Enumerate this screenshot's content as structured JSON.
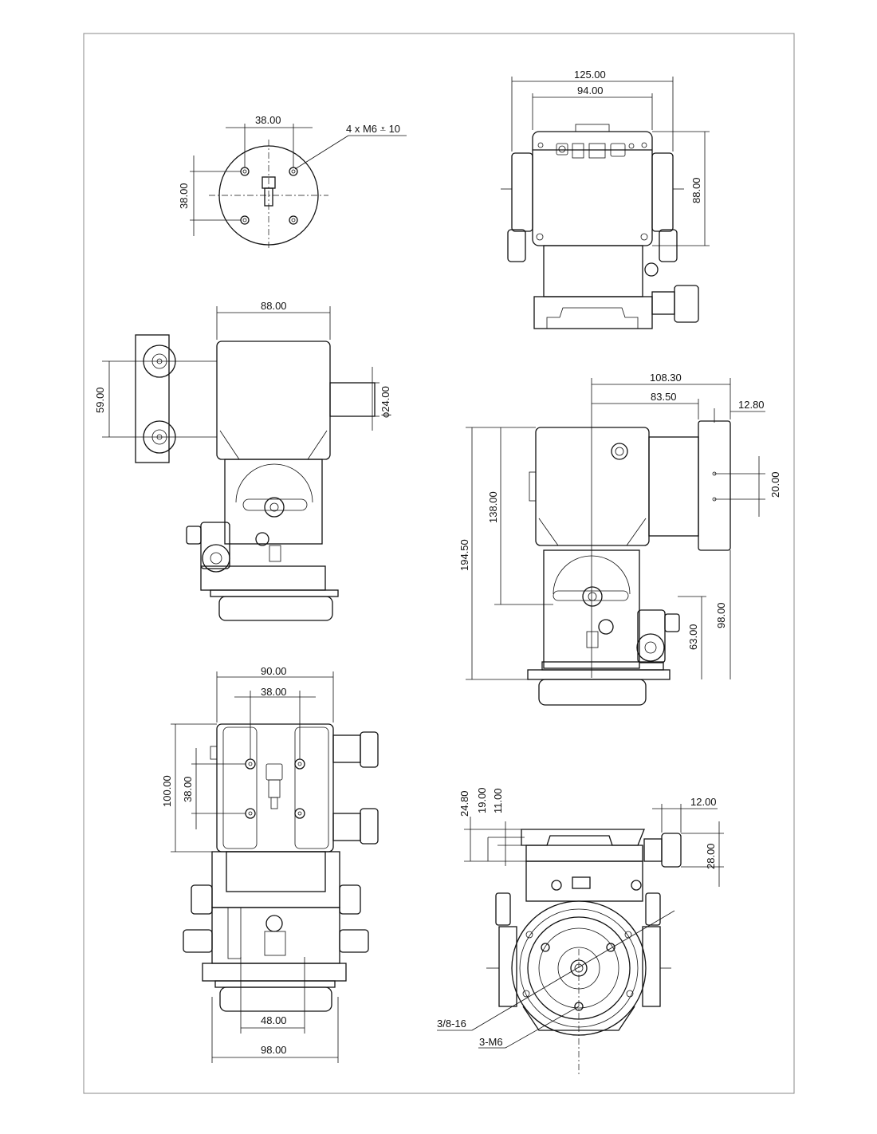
{
  "drawing": {
    "top_view": {
      "dim_hole_spacing_x": "38.00",
      "dim_hole_spacing_y": "38.00",
      "thread_note": "4 x M6 ⩡ 10"
    },
    "back_view": {
      "dim_overall_width": "125.00",
      "dim_body_width": "94.00",
      "dim_body_height": "88.00"
    },
    "side_view_left": {
      "dim_body_width": "88.00",
      "dim_knob_spacing": "59.00",
      "dim_shaft_diameter": "ϕ24.00"
    },
    "side_view_right": {
      "dim_total_reach": "108.30",
      "dim_reach": "83.50",
      "dim_offset": "12.80",
      "dim_hole_spacing": "20.00",
      "dim_total_height": "194.50",
      "dim_height_upper": "138.00",
      "dim_height_mid": "98.00",
      "dim_height_lower": "63.00"
    },
    "front_view": {
      "dim_width": "90.00",
      "dim_hole_spacing_x": "38.00",
      "dim_height": "100.00",
      "dim_hole_spacing_y": "38.00",
      "dim_bottom_inner": "48.00",
      "dim_bottom_outer": "98.00"
    },
    "bottom_view": {
      "dim_step_1": "24.80",
      "dim_step_2": "19.00",
      "dim_step_3": "11.00",
      "dim_knob_offset": "12.00",
      "dim_knob_height": "28.00",
      "note_thread_center": "3/8-16",
      "note_thread_holes": "3-M6"
    }
  }
}
